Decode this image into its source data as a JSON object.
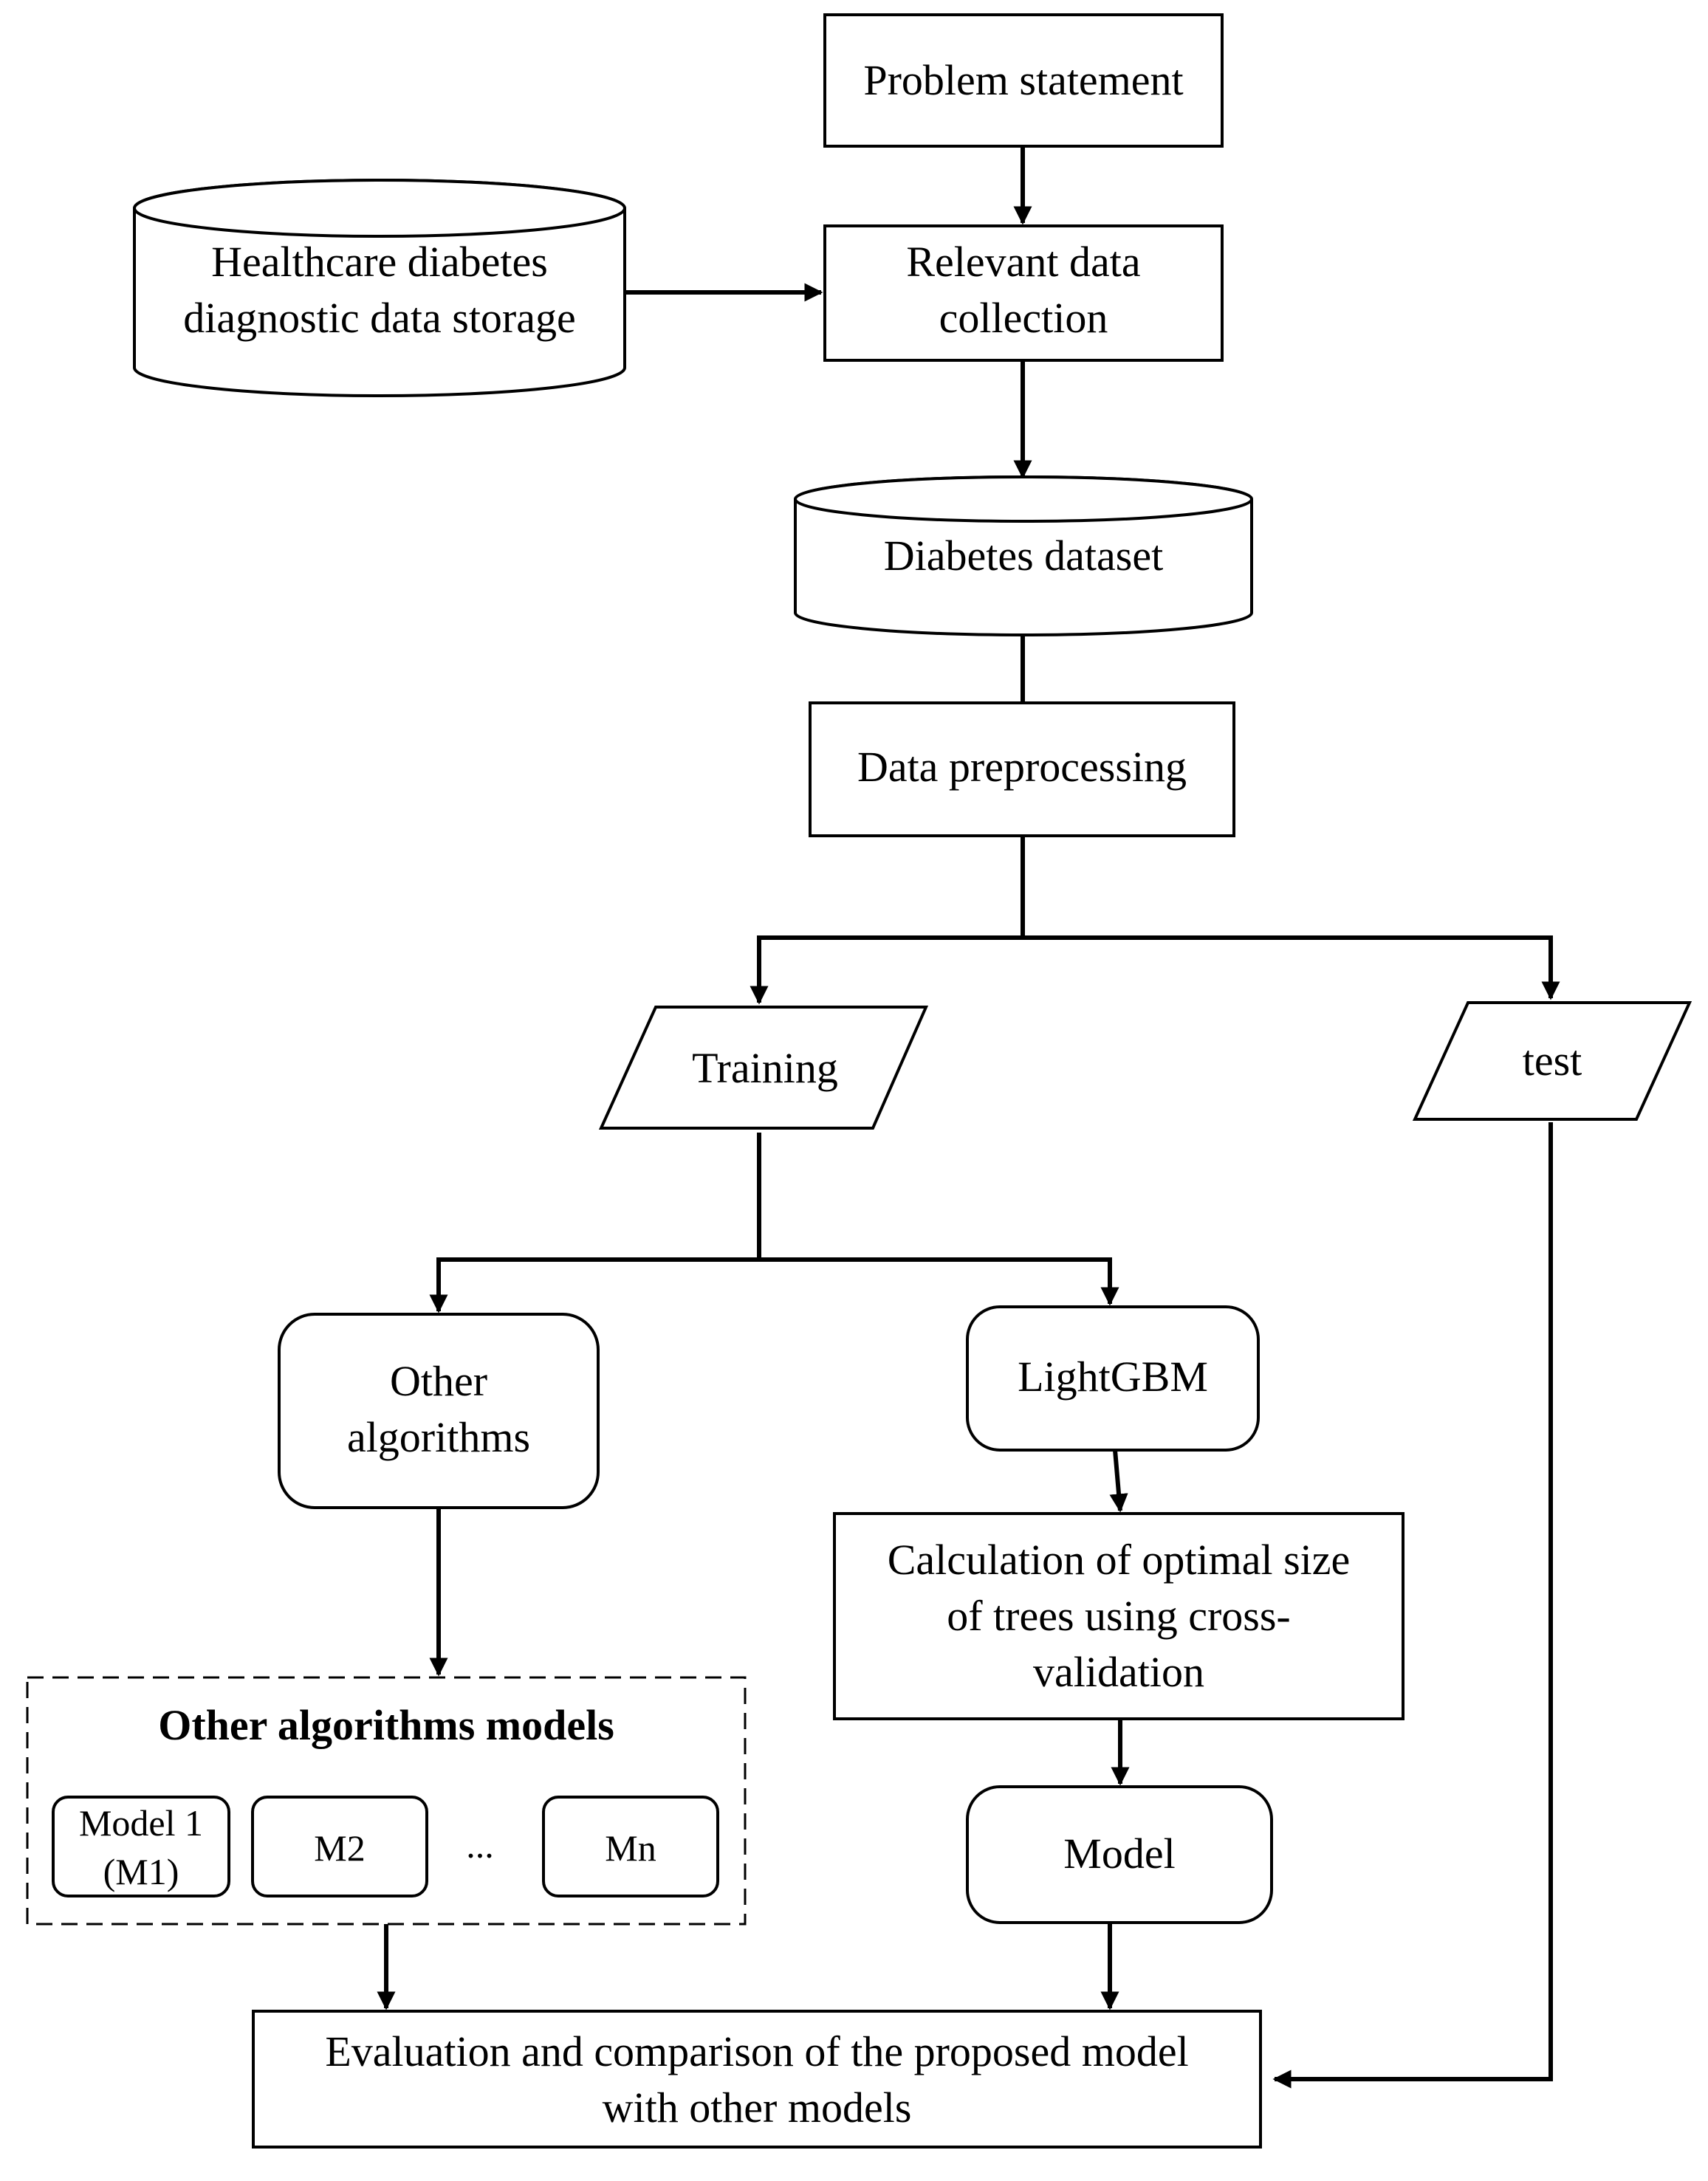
{
  "nodes": {
    "problem": "Problem statement",
    "storage": [
      "Healthcare diabetes",
      "diagnostic data storage"
    ],
    "collection": [
      "Relevant data",
      "collection"
    ],
    "dataset": "Diabetes dataset",
    "preprocessing": "Data preprocessing",
    "training": "Training",
    "test": "test",
    "other": [
      "Other",
      "algorithms"
    ],
    "lightgbm": "LightGBM",
    "calc": [
      "Calculation of optimal size",
      "of trees using cross-",
      "validation"
    ],
    "group_title": "Other algorithms models",
    "m1": [
      "Model 1",
      "(M1)"
    ],
    "m2": "M2",
    "ellipsis": "...",
    "mn": "Mn",
    "model": "Model",
    "evaluation": [
      "Evaluation and comparison of the proposed model",
      "with other models"
    ]
  },
  "colors": {
    "stroke": "#000000",
    "fill": "#ffffff"
  }
}
